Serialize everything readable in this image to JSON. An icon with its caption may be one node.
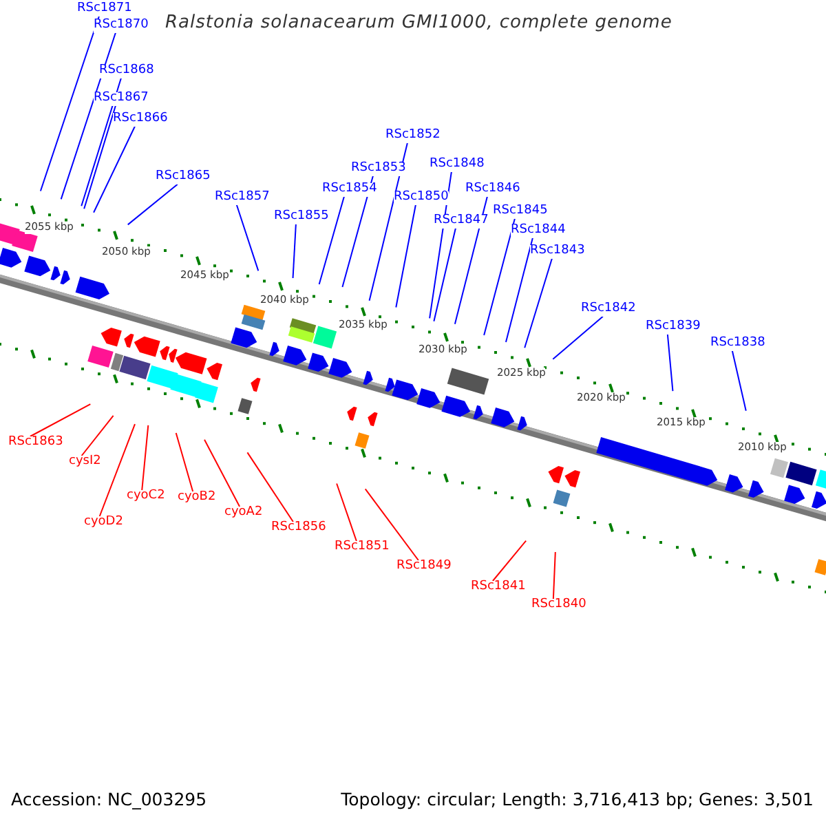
{
  "diagram": {
    "title": "Ralstonia solanacearum GMI1000, complete genome",
    "nodes": [
      {
        "text": [
          "RSc1871"
        ]
      },
      {
        "text": [
          "RSc1870"
        ]
      },
      {
        "text": [
          "RSc1868"
        ]
      },
      {
        "text": [
          "RSc1867"
        ]
      },
      {
        "text": [
          "RSc1866"
        ]
      },
      {
        "text": [
          "RSc1865"
        ]
      },
      {
        "text": [
          "RSc1857"
        ]
      },
      {
        "text": [
          "RSc1855"
        ]
      },
      {
        "text": [
          "RSc1854"
        ]
      },
      {
        "text": [
          "RSc1853"
        ]
      },
      {
        "text": [
          "RSc1852"
        ]
      },
      {
        "text": [
          "RSc1850"
        ]
      },
      {
        "text": [
          "RSc1848"
        ]
      },
      {
        "text": [
          "RSc1847"
        ]
      },
      {
        "text": [
          "RSc1846"
        ]
      },
      {
        "text": [
          "RSc1845"
        ]
      },
      {
        "text": [
          "RSc1844"
        ]
      },
      {
        "text": [
          "RSc1843"
        ]
      },
      {
        "text": [
          "RSc1842"
        ]
      },
      {
        "text": [
          "RSc1839"
        ]
      },
      {
        "text": [
          "RSc1838"
        ]
      },
      {
        "text": [
          "RSc1863"
        ]
      },
      {
        "text": [
          "cysI2"
        ]
      },
      {
        "text": [
          "cyoD2"
        ]
      },
      {
        "text": [
          "cyoC2"
        ]
      },
      {
        "text": [
          "cyoB2"
        ]
      },
      {
        "text": [
          "cyoA2"
        ]
      },
      {
        "text": [
          "RSc1856"
        ]
      },
      {
        "text": [
          "RSc1851"
        ]
      },
      {
        "text": [
          "RSc1849"
        ]
      },
      {
        "text": [
          "RSc1841"
        ]
      },
      {
        "text": [
          "RSc1840"
        ]
      }
    ],
    "edges": [
      {
        "from": 0,
        "to": null,
        "arrow": "none"
      },
      {
        "from": 1,
        "to": null,
        "arrow": "none"
      },
      {
        "from": 2,
        "to": null,
        "arrow": "none"
      },
      {
        "from": 3,
        "to": null,
        "arrow": "none"
      },
      {
        "from": 4,
        "to": null,
        "arrow": "none"
      },
      {
        "from": 5,
        "to": null,
        "arrow": "none"
      },
      {
        "from": 6,
        "to": null,
        "arrow": "none"
      },
      {
        "from": 7,
        "to": null,
        "arrow": "none"
      },
      {
        "from": 8,
        "to": null,
        "arrow": "none"
      },
      {
        "from": 9,
        "to": null,
        "arrow": "none"
      },
      {
        "from": 10,
        "to": null,
        "arrow": "none"
      },
      {
        "from": 11,
        "to": null,
        "arrow": "none"
      },
      {
        "from": 12,
        "to": null,
        "arrow": "none"
      },
      {
        "from": 13,
        "to": null,
        "arrow": "none"
      },
      {
        "from": 14,
        "to": null,
        "arrow": "none"
      },
      {
        "from": 15,
        "to": null,
        "arrow": "none"
      },
      {
        "from": 16,
        "to": null,
        "arrow": "none"
      },
      {
        "from": 17,
        "to": null,
        "arrow": "none"
      },
      {
        "from": 18,
        "to": null,
        "arrow": "none"
      },
      {
        "from": 19,
        "to": null,
        "arrow": "none"
      },
      {
        "from": 20,
        "to": null,
        "arrow": "none"
      },
      {
        "from": 21,
        "to": null,
        "arrow": "none",
        "color": "#ff0000"
      },
      {
        "from": 22,
        "to": null,
        "arrow": "none",
        "color": "#ff0000"
      },
      {
        "from": 23,
        "to": null,
        "arrow": "none",
        "color": "#ff0000"
      },
      {
        "from": 24,
        "to": null,
        "arrow": "none",
        "color": "#ff0000"
      },
      {
        "from": 25,
        "to": null,
        "arrow": "none",
        "color": "#ff0000"
      },
      {
        "from": 26,
        "to": null,
        "arrow": "none",
        "color": "#ff0000"
      },
      {
        "from": 27,
        "to": null,
        "arrow": "none",
        "color": "#ff0000"
      },
      {
        "from": 28,
        "to": null,
        "arrow": "none",
        "color": "#ff0000"
      },
      {
        "from": 29,
        "to": null,
        "arrow": "none",
        "color": "#ff0000"
      },
      {
        "from": 30,
        "to": null,
        "arrow": "none",
        "color": "#ff0000"
      },
      {
        "from": 31,
        "to": null,
        "arrow": "none",
        "color": "#ff0000"
      }
    ],
    "labels": [
      "2055 kbp",
      "2050 kbp",
      "2045 kbp",
      "2040 kbp",
      "2035 kbp",
      "2030 kbp",
      "2025 kbp",
      "2020 kbp",
      "2015 kbp",
      "2010 kbp",
      "Accession: NC_003295",
      "Topology: circular; Length: 3,716,413 bp; Genes: 3,501"
    ]
  }
}
